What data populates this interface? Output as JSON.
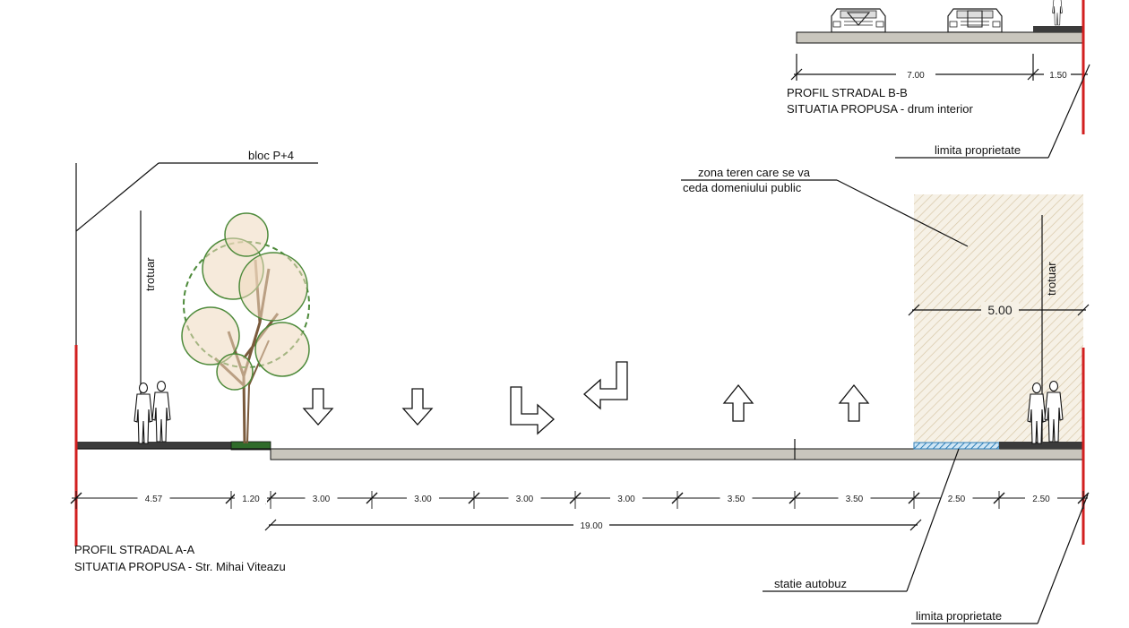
{
  "profile_a": {
    "title_line1": "PROFIL STRADAL A-A",
    "title_line2": "SITUATIA PROPUSA - Str. Mihai Viteazu",
    "building_label": "bloc P+4",
    "sidewalk_left_label": "trotuar",
    "sidewalk_right_label": "trotuar",
    "ceded_zone_line1": "zona teren care se va",
    "ceded_zone_line2": "ceda domeniului public",
    "ceded_width": "5.00",
    "bus_stop_label": "statie autobuz",
    "property_limit_label": "limita proprietate",
    "segments": [
      "4.57",
      "1.20",
      "3.00",
      "3.00",
      "3.00",
      "3.00",
      "3.50",
      "3.50",
      "2.50",
      "2.50"
    ],
    "total_carriageway": "19.00"
  },
  "profile_b": {
    "title_line1": "PROFIL STRADAL B-B",
    "title_line2": "SITUATIA PROPUSA - drum interior",
    "segments": [
      "7.00",
      "1.50"
    ],
    "property_limit_label": "limita proprietate"
  },
  "colors": {
    "property_limit": "#d21f1f",
    "road_surface": "#c9c6bd",
    "sidewalk": "#3b3b3b",
    "green_strip": "#2f6b2a",
    "ceded_zone_hatch": "#d8c8a8",
    "bus_stop": "#2f7fb8"
  },
  "icons": [
    "arrow-down-icon",
    "arrow-turn-right-icon",
    "arrow-turn-left-icon",
    "arrow-up-icon",
    "pedestrian-icon",
    "tree-icon",
    "car-icon"
  ]
}
